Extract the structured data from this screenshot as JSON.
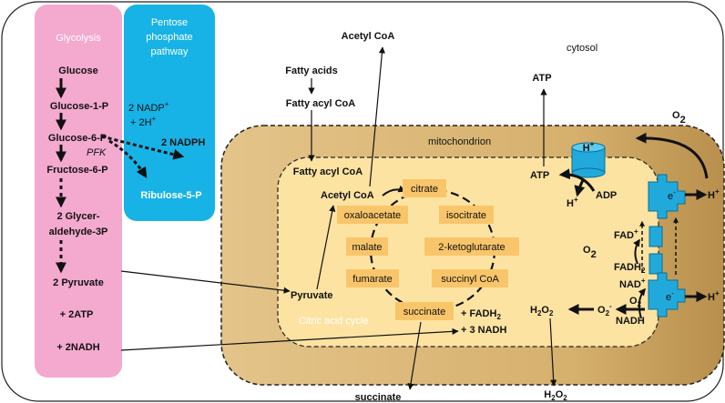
{
  "colors": {
    "glycolysis": "#f4a9cf",
    "pentose": "#17b3e6",
    "mito_outer": "#d9b77c",
    "mito_inner": "#fde3a2",
    "enzyme_box": "#f9c56a",
    "complex": "#21a9dc"
  },
  "compartments": {
    "cytosol": "cytosol",
    "mitochondrion": "mitochondrion",
    "citric_acid_cycle": "Citric acid cycle"
  },
  "glycolysis": {
    "title": "Glycolysis",
    "items": [
      "Glucose",
      "Glucose-1-P",
      "Glucose-6-P",
      "Fructose-6-P",
      "2 Glycer-",
      "aldehyde-3P",
      "2 Pyruvate",
      "+ 2ATP",
      "+ 2NADH"
    ],
    "enzyme": "PFK"
  },
  "pentose": {
    "title_lines": [
      "Pentose",
      "phosphate",
      "pathway"
    ],
    "nadp": "2 NADP",
    "nadp_sup": "+",
    "h": "+ 2H",
    "h_sup": "+",
    "nadph": "2 NADPH",
    "product": "Ribulose-5-P"
  },
  "fatty": {
    "acids": "Fatty acids",
    "acyl": "Fatty acyl CoA",
    "acyl_inner": "Fatty acyl CoA"
  },
  "cytosol_labels": {
    "acetyl_top": "Acetyl CoA",
    "atp_top": "ATP",
    "succinate_bottom": "succinate",
    "h2o2_bottom": "H",
    "h2o2_bottom_sub1": "2",
    "h2o2_bottom_mid": "O",
    "h2o2_bottom_sub2": "2",
    "o2": "O",
    "o2_sub": "2"
  },
  "tca": {
    "acetyl": "Acetyl CoA",
    "pyruvate": "Pyruvate",
    "boxes": [
      "citrate",
      "oxaloacetate",
      "isocitrate",
      "malate",
      "2-ketoglutarate",
      "fumarate",
      "succinyl CoA",
      "succinate"
    ],
    "fadh2": "+ FADH",
    "fadh2_sub": "2",
    "nadh": "+ 3 NADH"
  },
  "etc": {
    "h_plus_top": "H",
    "h_sup": "+",
    "atp": "ATP",
    "adp": "ADP",
    "h_left": "H",
    "e_minus_1": "e",
    "e_minus_2": "e",
    "e_sup": "-",
    "h_right_1": "H",
    "h_right_2": "H",
    "o2_inner": "O",
    "o2_inner_sub": "2",
    "fad": "FAD",
    "fad_sup": "+",
    "fadh2": "FADH",
    "fadh2_sub": "2",
    "nad": "NAD",
    "nad_sup": "+",
    "o2_small": "O",
    "o2_small_sub": "2",
    "nadh": "NADH",
    "superoxide": "O",
    "superoxide_sub": "2",
    "superoxide_sup": "-",
    "h2o2_inner": "H",
    "h2o2_inner_sub1": "2",
    "h2o2_inner_mid": "O",
    "h2o2_inner_sub2": "2"
  }
}
